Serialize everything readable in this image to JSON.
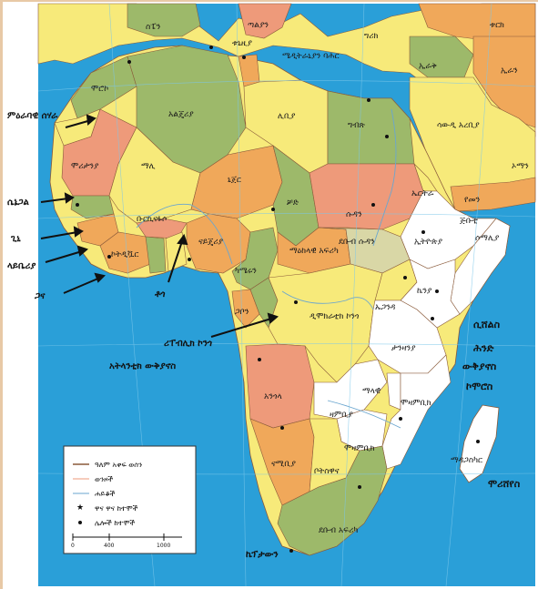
{
  "colors": {
    "ocean": "#2a9fd8",
    "green": "#9db96a",
    "orange": "#f0a85a",
    "yellow": "#f7ea7a",
    "salmon": "#ee9a7a",
    "white": "#ffffff",
    "khaki": "#d9d7a6",
    "border": "#8a5a3a",
    "river": "#6aa6cf",
    "rail": "#444444"
  },
  "countries": {
    "north_spain": "ስፔን",
    "italy": "ጣልያን",
    "turkey": "ቱርክ",
    "greece": "ግሪክ",
    "morocco": "ሞሮኮ",
    "algeria": "አልጄሪያ",
    "tunisia": "ቱኒዚያ",
    "libya": "ሊቢያ",
    "egypt": "ግብጽ",
    "saudi": "ሳውዲ አረቢያ",
    "yemen": "የመን",
    "oman": "ኦማን",
    "iran": "ኢራን",
    "iraq": "ኢራቅ",
    "mauritania": "ሞሪታንያ",
    "mali": "ማሊ",
    "niger": "ኒጀር",
    "chad": "ቻድ",
    "sudan": "ሱዳን",
    "eritrea": "ኤርትራ",
    "ethiopia": "ኢትዮጵያ",
    "djibouti": "ጅቡቲ",
    "somalia": "ሶማሊያ",
    "nigeria": "ናይጄሪያ",
    "burkina": "ቡርኪናፋሶ",
    "ivory": "ኮትዲቯር",
    "cameroon": "ካሜሩን",
    "car": "ማዕከላዊ አፍሪካ",
    "south_sudan": "ደቡብ ሱዳን",
    "gabon": "ጋቦን",
    "drc": "ዲሞክራቲክ ኮንጎ",
    "uganda": "ኡጋንዳ",
    "kenya": "ኬንያ",
    "tanzania": "ታንዛንያ",
    "angola": "አንጎላ",
    "zambia": "ዛምቢያ",
    "malawi": "ማላዊ",
    "mozambique": "ሞዛምቢክ",
    "namibia": "ናሚቢያ",
    "botswana": "ቦትስዋና",
    "south_africa": "ደቡብ አፍሪካ",
    "madagascar": "ማዳጋስካር"
  },
  "outside_labels": {
    "western_sahara": "ምዕራባዊ ሰሃራ",
    "senegal": "ሴኔጋል",
    "guinea": "ጊኒ",
    "liberia": "ላይቤሪያ",
    "ghana": "ጋና",
    "togo": "ቶጎ",
    "congo": "ሪፐብሊክ ኮንጎ",
    "atlantic": "አትላንቲክ ውቅያኖስ",
    "indian_ocean_1": "ሲሸልስ",
    "indian_ocean_2": "ሕንድ",
    "indian_ocean_3": "ውቅያኖስ",
    "comoros": "ኮሞሮስ",
    "mauritius": "ሞሪሸየስ",
    "mediterranean": "ሜዲትራኒያን ባሕር",
    "cape_town": "ኬፕታውን"
  },
  "legend": {
    "items": [
      {
        "label": "ዓለም አቀፍ ወሰን"
      },
      {
        "label": "ወንዞች"
      },
      {
        "label": "ሐይቆች"
      },
      {
        "label": "ዋና ዋና ከተሞች"
      },
      {
        "label": "ሌሎች ከተሞች"
      }
    ],
    "scale_ticks": [
      "0",
      "400",
      "1000"
    ]
  }
}
